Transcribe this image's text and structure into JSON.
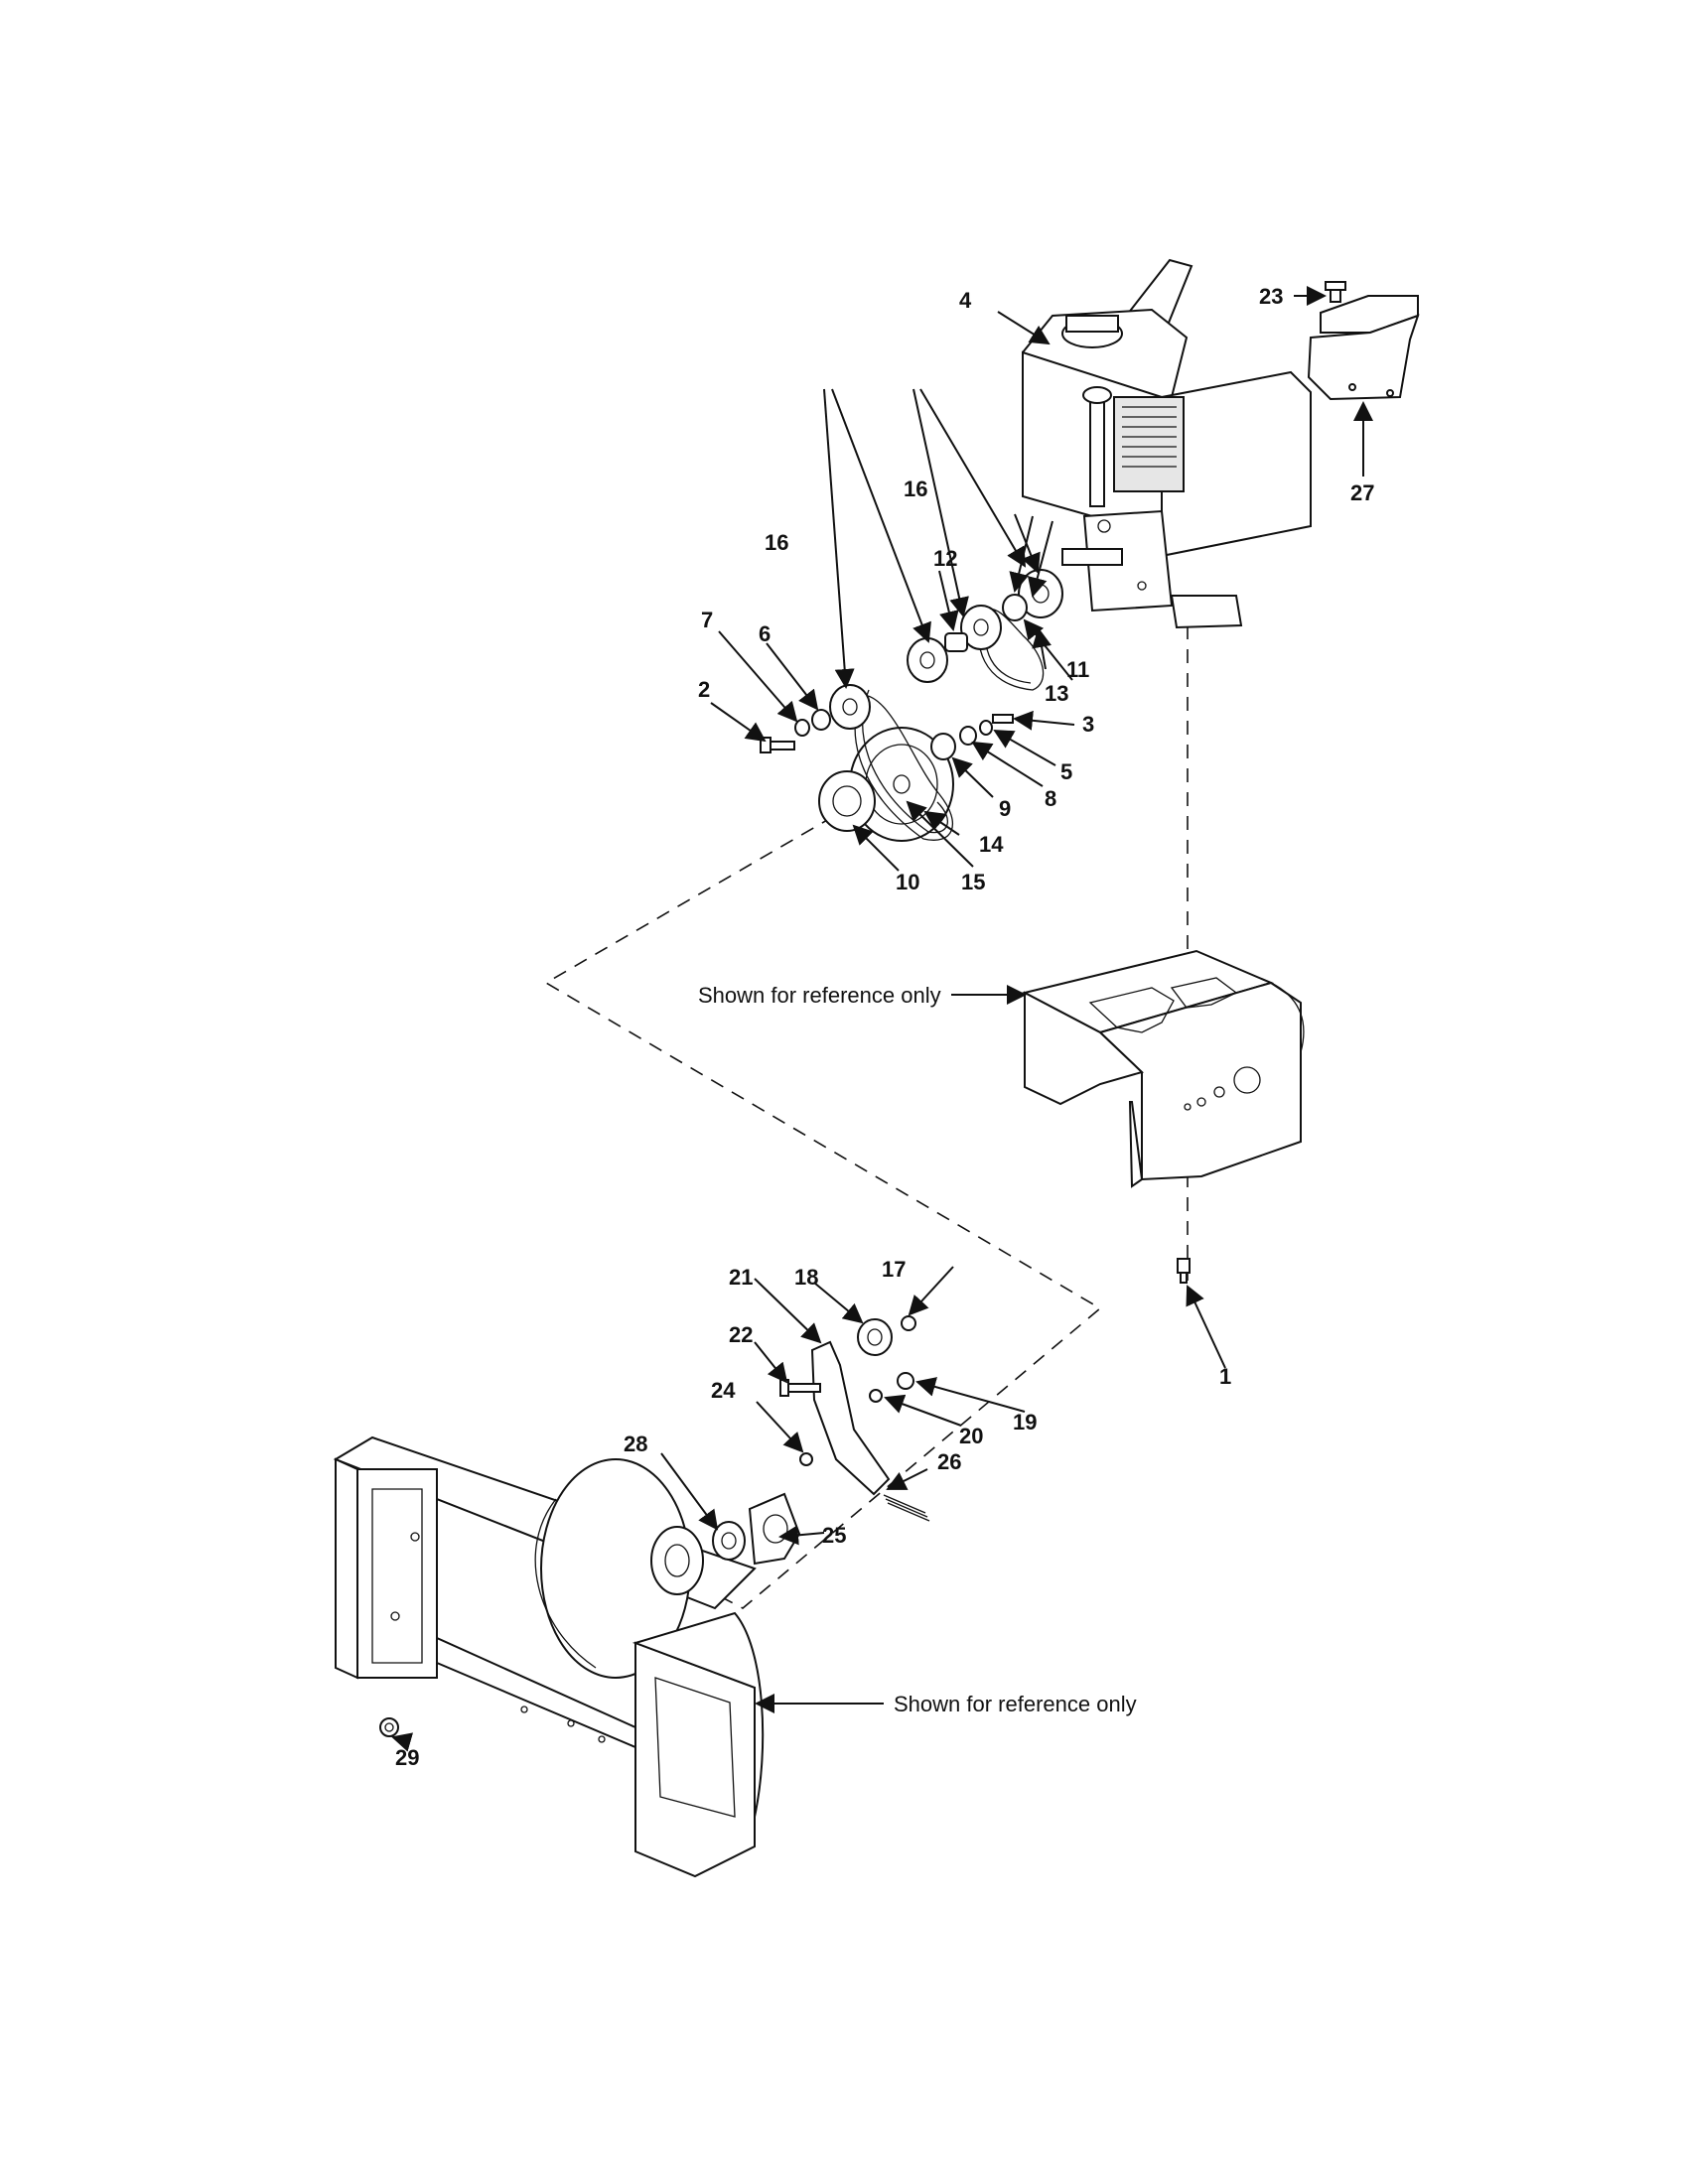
{
  "callouts": [
    {
      "id": "c1",
      "label": "1"
    },
    {
      "id": "c2",
      "label": "2"
    },
    {
      "id": "c3",
      "label": "3"
    },
    {
      "id": "c4",
      "label": "4"
    },
    {
      "id": "c5",
      "label": "5"
    },
    {
      "id": "c6",
      "label": "6"
    },
    {
      "id": "c7",
      "label": "7"
    },
    {
      "id": "c8",
      "label": "8"
    },
    {
      "id": "c9",
      "label": "9"
    },
    {
      "id": "c10",
      "label": "10"
    },
    {
      "id": "c11",
      "label": "11"
    },
    {
      "id": "c12",
      "label": "12"
    },
    {
      "id": "c13",
      "label": "13"
    },
    {
      "id": "c14",
      "label": "14"
    },
    {
      "id": "c15",
      "label": "15"
    },
    {
      "id": "c16a",
      "label": "16"
    },
    {
      "id": "c16b",
      "label": "16"
    },
    {
      "id": "c17",
      "label": "17"
    },
    {
      "id": "c18",
      "label": "18"
    },
    {
      "id": "c19",
      "label": "19"
    },
    {
      "id": "c20",
      "label": "20"
    },
    {
      "id": "c21",
      "label": "21"
    },
    {
      "id": "c22",
      "label": "22"
    },
    {
      "id": "c23",
      "label": "23"
    },
    {
      "id": "c24",
      "label": "24"
    },
    {
      "id": "c25",
      "label": "25"
    },
    {
      "id": "c26",
      "label": "26"
    },
    {
      "id": "c27",
      "label": "27"
    },
    {
      "id": "c28",
      "label": "28"
    },
    {
      "id": "c29",
      "label": "29"
    }
  ],
  "notes": {
    "frame_reference": "Shown for reference only",
    "housing_reference": "Shown for reference only"
  }
}
